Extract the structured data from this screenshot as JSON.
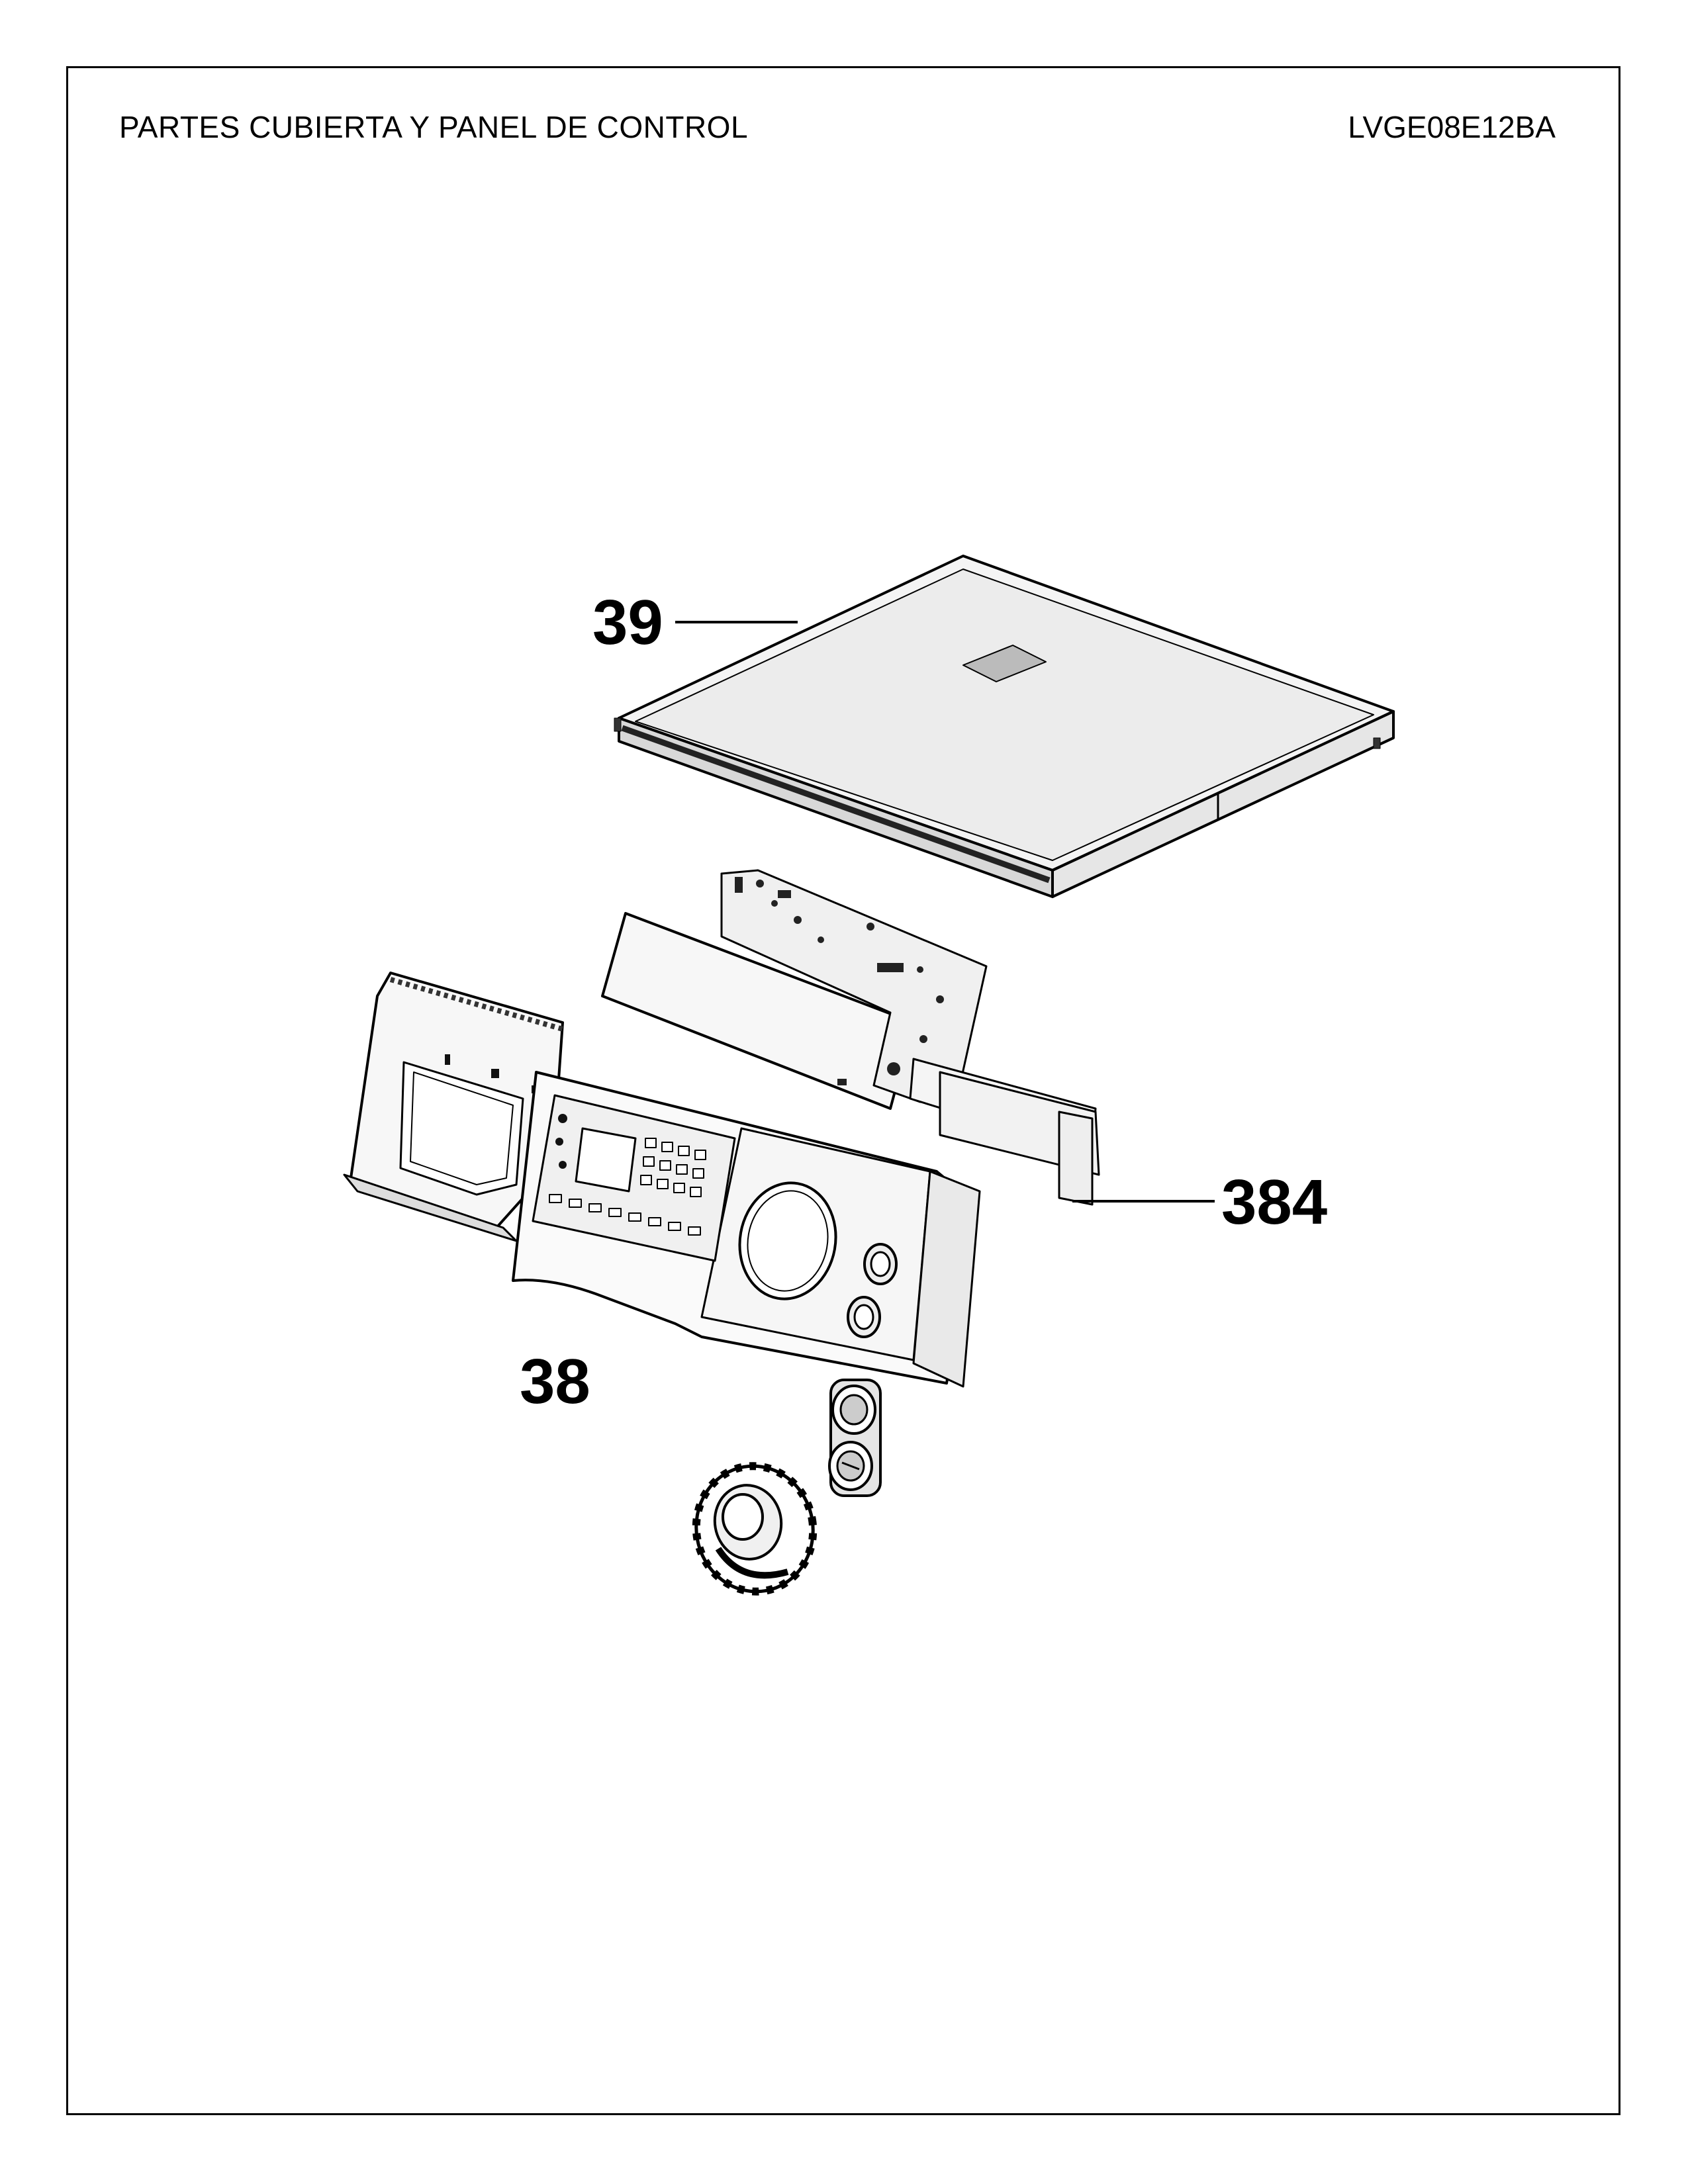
{
  "header": {
    "title": "PARTES CUBIERTA Y PANEL DE CONTROL",
    "model": "LVGE08E12BA"
  },
  "callouts": [
    {
      "label": "39",
      "part": "top-cover"
    },
    {
      "label": "384",
      "part": "control-board"
    },
    {
      "label": "38",
      "part": "control-panel"
    }
  ]
}
